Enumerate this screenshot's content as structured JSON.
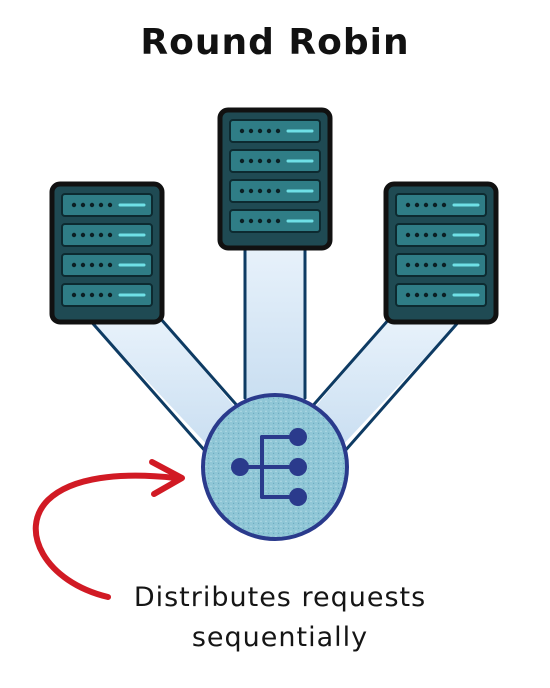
{
  "title": "Round Robin",
  "caption": {
    "line1": "Distributes requests",
    "line2": "sequentially"
  },
  "colors": {
    "server_body": "#1f4a53",
    "server_outline": "#111111",
    "server_slot": "#2f7d86",
    "server_led": "#6fe0e6",
    "beam_fill": "#d8e9f7",
    "beam_edge": "#0e3b63",
    "hub_fill": "#8fc6d6",
    "hub_ring": "#2a3a8c",
    "hub_icon": "#2a3a8c",
    "arrow": "#d11a24"
  },
  "icons": [
    "server-icon",
    "load-balancer-icon",
    "distribute-icon",
    "curved-arrow-icon"
  ]
}
